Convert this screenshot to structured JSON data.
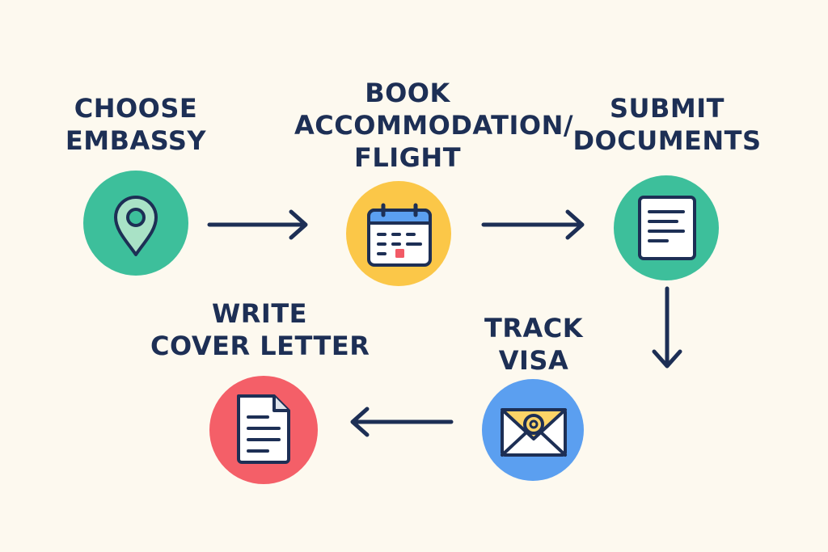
{
  "colors": {
    "background": "#fdf9ef",
    "ink": "#1d2f55",
    "green": "#3dbf9b",
    "yellow": "#fbc748",
    "blue": "#5b9ff0",
    "red": "#f45f68",
    "icon_fill": "#ffffff",
    "accent_red": "#f25a66",
    "envelope_yellow": "#fcd467",
    "pin_light": "#a9e2c6"
  },
  "steps": [
    {
      "id": "choose-embassy",
      "label_lines": [
        "CHOOSE",
        "EMBASSY"
      ],
      "icon": "map-pin-icon",
      "color": "green"
    },
    {
      "id": "book-accommodation",
      "label_lines": [
        "BOOK",
        "ACCOMMODATION/",
        "FLIGHT"
      ],
      "icon": "calendar-icon",
      "color": "yellow"
    },
    {
      "id": "submit-documents",
      "label_lines": [
        "SUBMIT",
        "DOCUMENTS"
      ],
      "icon": "document-icon",
      "color": "green"
    },
    {
      "id": "track-visa",
      "label_lines": [
        "TRACK",
        "VISA"
      ],
      "icon": "envelope-icon",
      "color": "blue"
    },
    {
      "id": "write-cover-letter",
      "label_lines": [
        "WRITE",
        "COVER LETTER"
      ],
      "icon": "letter-icon",
      "color": "red"
    }
  ],
  "flow": [
    [
      "choose-embassy",
      "book-accommodation"
    ],
    [
      "book-accommodation",
      "submit-documents"
    ],
    [
      "submit-documents",
      "track-visa"
    ],
    [
      "track-visa",
      "write-cover-letter"
    ]
  ]
}
